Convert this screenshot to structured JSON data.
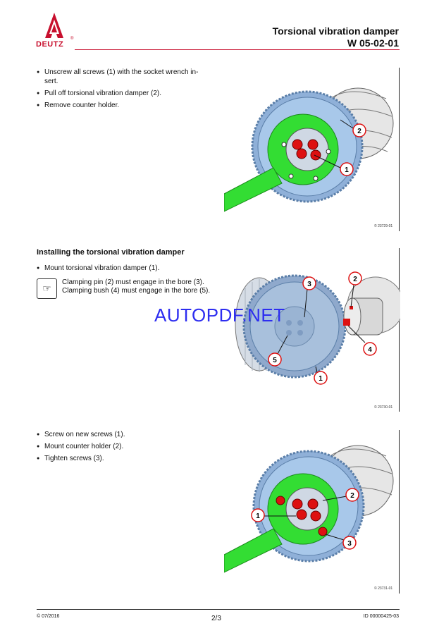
{
  "brand": {
    "logo_text": "DEUTZ",
    "registered": "®"
  },
  "header": {
    "title": "Torsional vibration damper",
    "doc_number": "W 05-02-01"
  },
  "section1": {
    "steps": [
      "Unscrew all screws (1) with the socket wrench in-sert.",
      "Pull off torsional vibration damper (2).",
      "Remove counter holder."
    ],
    "figure": {
      "callouts": [
        "1",
        "2"
      ],
      "figure_id": "© 23729-01"
    }
  },
  "section2": {
    "heading": "Installing the torsional vibration damper",
    "steps": [
      "Mount torsional vibration damper (1)."
    ],
    "note_icon": "pointing-hand-icon",
    "note_lines": [
      "Clamping pin (2) must engage in the bore (3).",
      "Clamping bush (4) must engage in the bore (5)."
    ],
    "figure": {
      "callouts": [
        "3",
        "5",
        "1",
        "2",
        "4"
      ],
      "figure_id": "© 23730-01"
    }
  },
  "watermark": "AUTOPDF.NET",
  "section3": {
    "steps": [
      "Screw on new screws (1).",
      "Mount counter holder (2).",
      "Tighten screws (3)."
    ],
    "figure": {
      "callouts": [
        "2",
        "1",
        "3"
      ],
      "figure_id": "© 23731-01"
    }
  },
  "footer": {
    "date": "© 07/2016",
    "page": "2/3",
    "id": "ID 00000425-03"
  },
  "colors": {
    "brand_red": "#c8102e",
    "holder_green": "#33dd33",
    "damper_blue": "#a8c8ea",
    "callout_red": "#dd1111",
    "watermark_blue": "#2d2df0"
  }
}
